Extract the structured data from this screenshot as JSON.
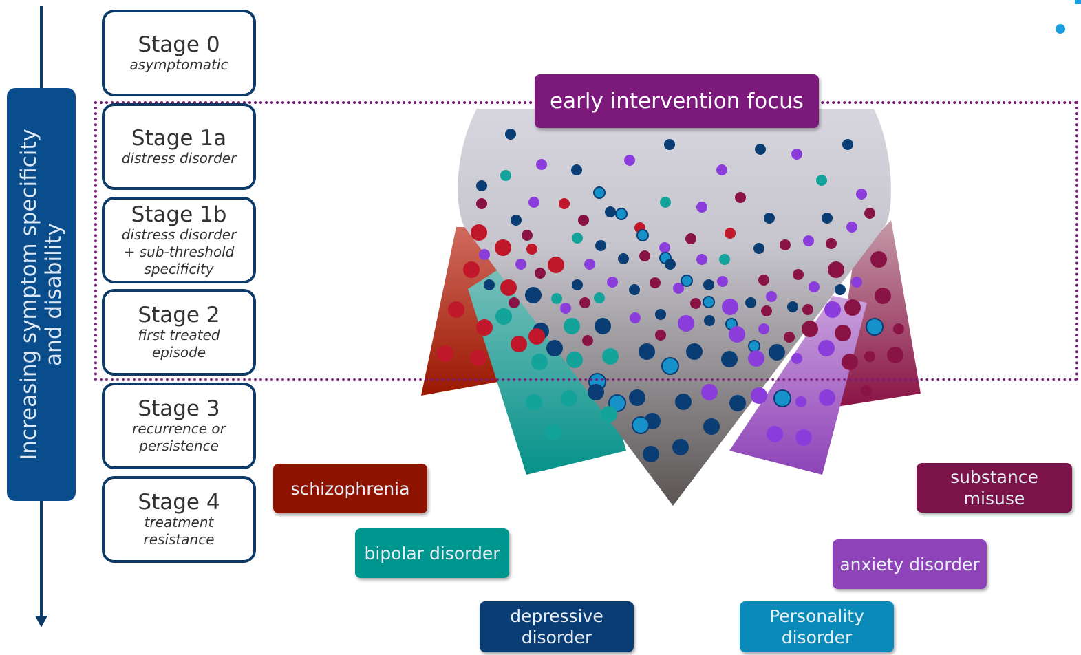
{
  "axis": {
    "label_line1": "Increasing symptom specificity",
    "label_line2": "and disability"
  },
  "stages": [
    {
      "title": "Stage 0",
      "subtitle": "asymptomatic"
    },
    {
      "title": "Stage 1a",
      "subtitle": "distress disorder"
    },
    {
      "title": "Stage 1b",
      "subtitle": "distress disorder + sub-threshold specificity"
    },
    {
      "title": "Stage 2",
      "subtitle": "first treated episode"
    },
    {
      "title": "Stage 3",
      "subtitle": "recurrence or persistence"
    },
    {
      "title": "Stage 4",
      "subtitle": "treatment resistance"
    }
  ],
  "focus_label": "early intervention focus",
  "disorders": {
    "schizophrenia": "schizophrenia",
    "bipolar": "bipolar disorder",
    "depressive": "depressive disorder",
    "substance": "substance misuse",
    "anxiety": "anxiety disorder",
    "personality": "Personality disorder"
  },
  "colors": {
    "schizophrenia": "#8e1300",
    "bipolar": "#009690",
    "depressive": "#0a3d73",
    "substance": "#7b1248",
    "anxiety": "#8e44b8",
    "personality": "#0a8ab8",
    "focus": "#7b1a7b",
    "stage_border": "#0d3a66",
    "axis": "#0a4d8c"
  }
}
